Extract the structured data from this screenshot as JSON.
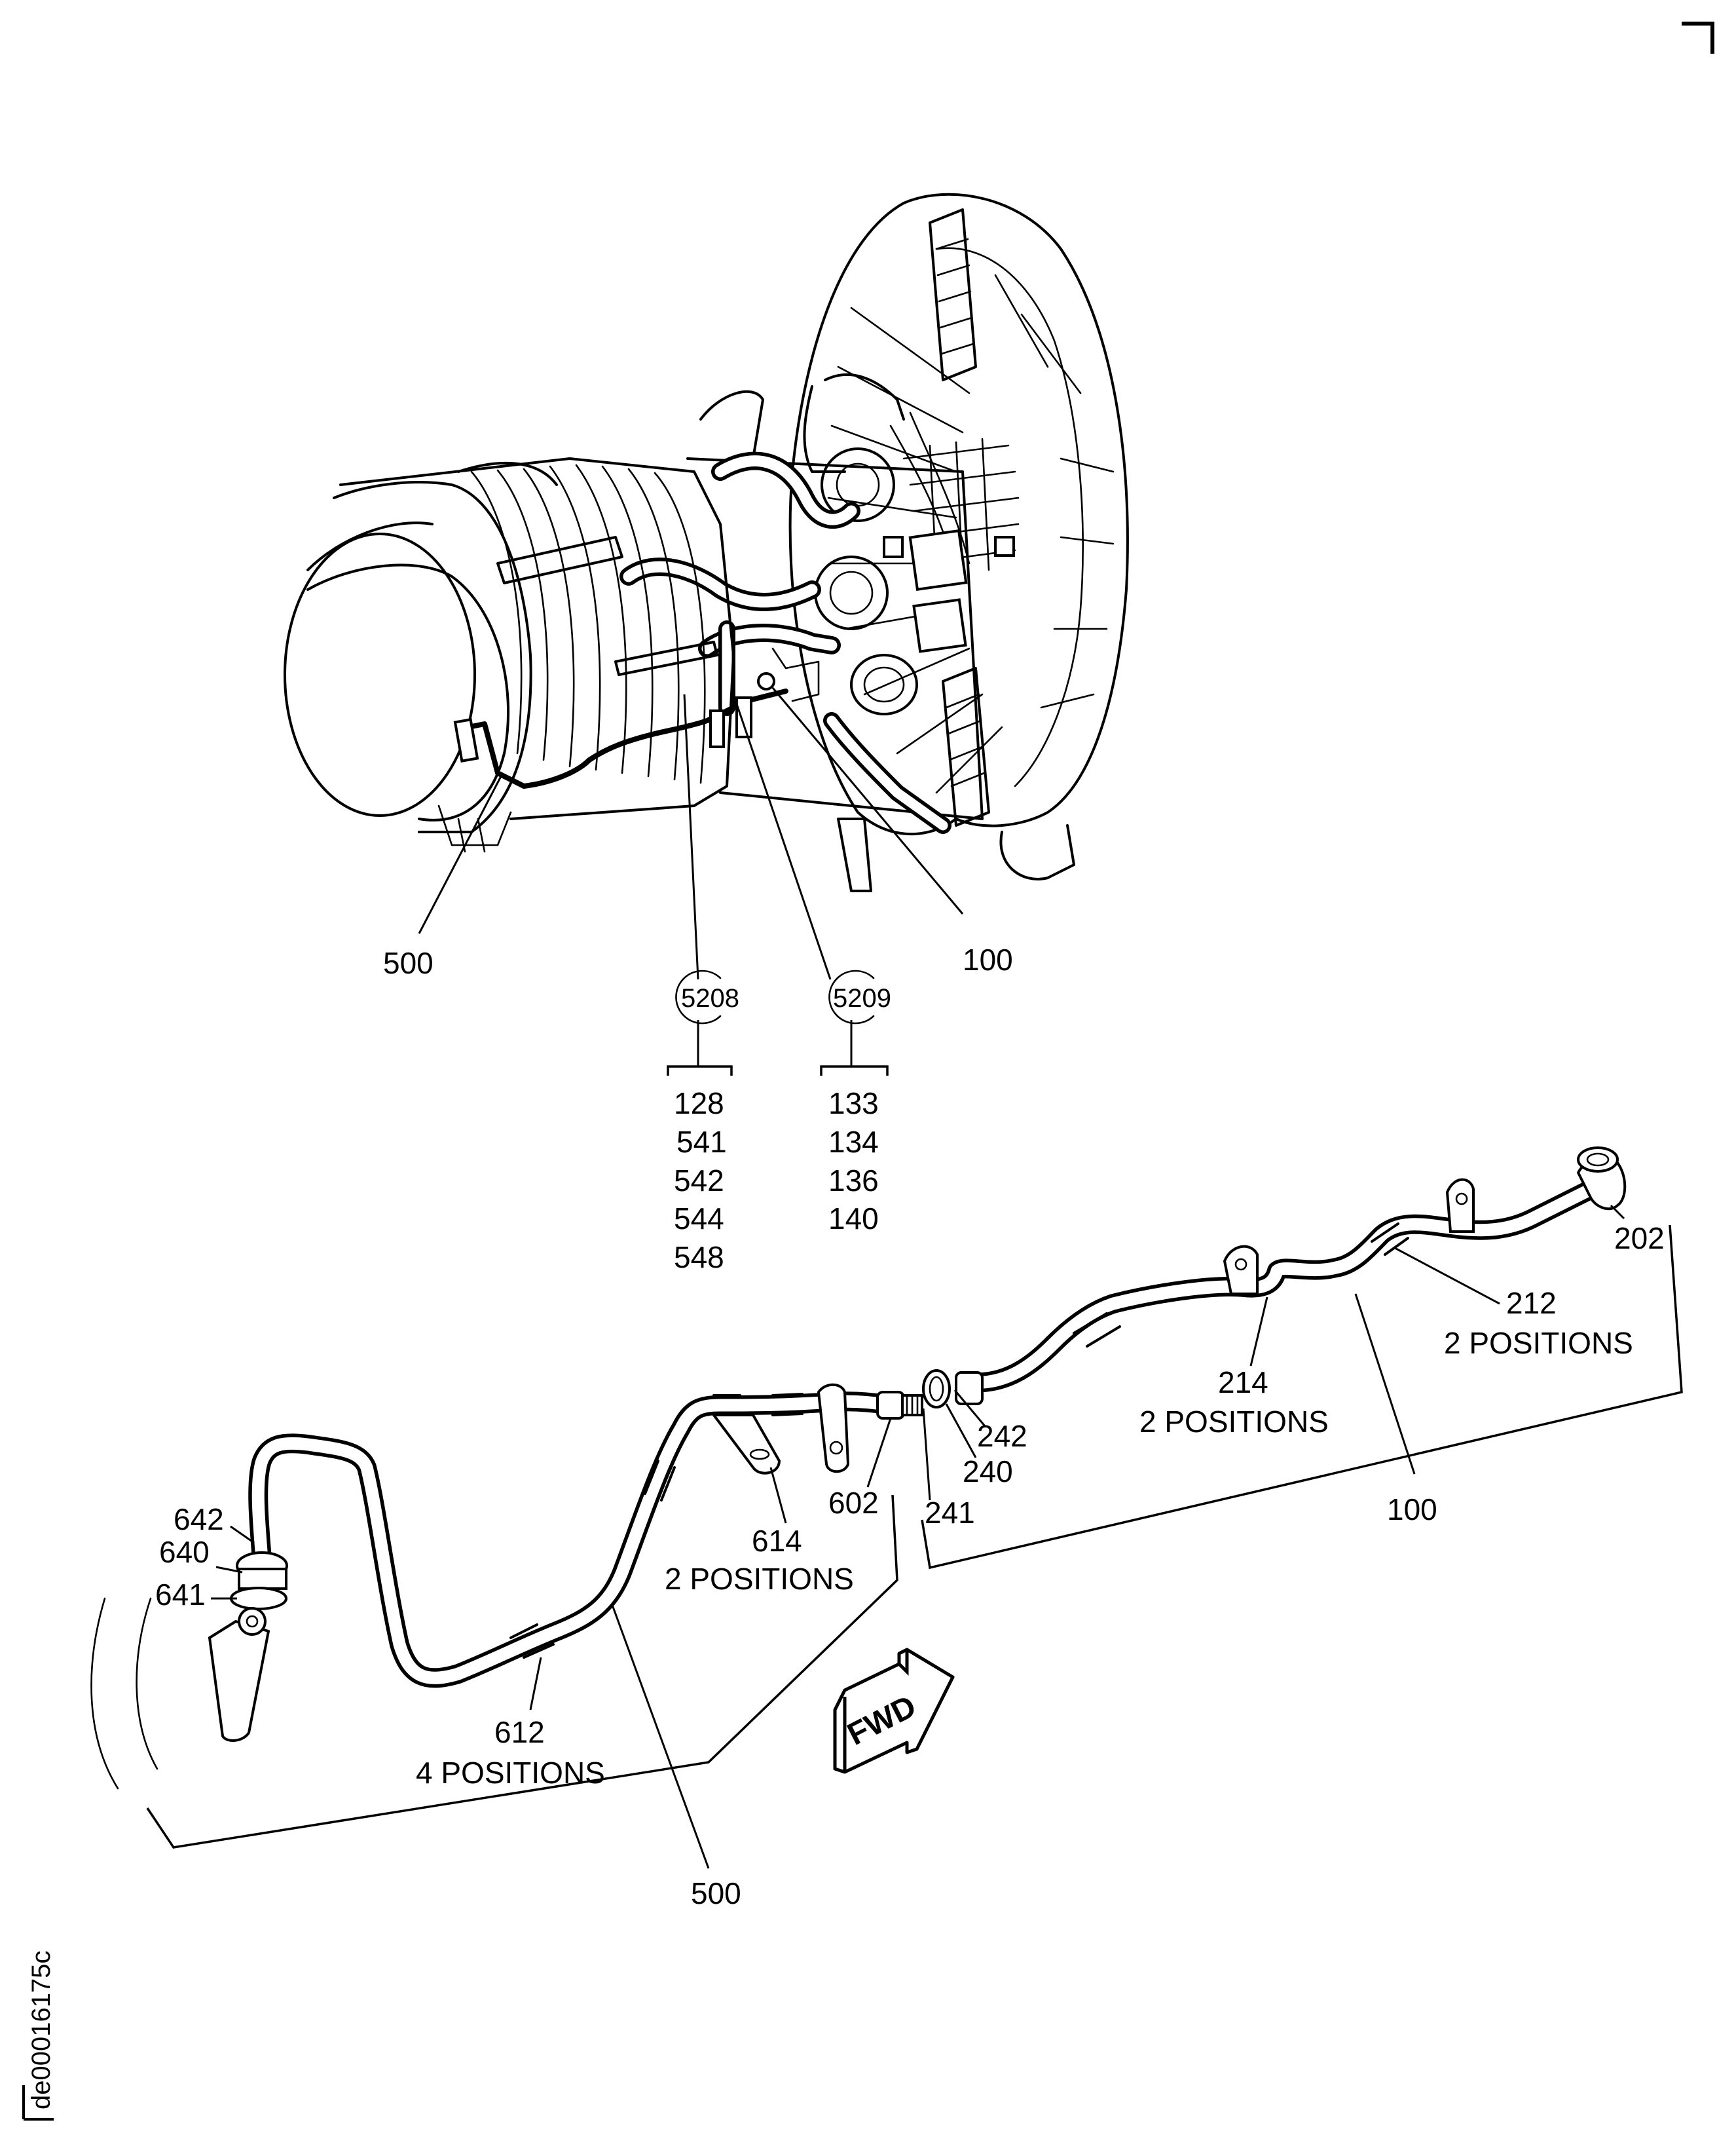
{
  "figure_id": "de00016175c",
  "engine_callouts": {
    "harness_500": "500",
    "tube_100": "100"
  },
  "reference_groups": [
    {
      "ref": "5208",
      "items": [
        "128",
        "541",
        "542",
        "544",
        "548"
      ]
    },
    {
      "ref": "5209",
      "items": [
        "133",
        "134",
        "136",
        "140"
      ]
    }
  ],
  "tube_100_assembly": {
    "assembly": "100",
    "parts": [
      {
        "id": "202",
        "note": ""
      },
      {
        "id": "212",
        "note": "2 POSITIONS"
      },
      {
        "id": "214",
        "note": "2 POSITIONS"
      },
      {
        "id": "242",
        "note": ""
      },
      {
        "id": "240",
        "note": ""
      },
      {
        "id": "241",
        "note": ""
      }
    ]
  },
  "tube_500_assembly": {
    "assembly": "500",
    "parts": [
      {
        "id": "602",
        "note": ""
      },
      {
        "id": "614",
        "note": "2 POSITIONS"
      },
      {
        "id": "612",
        "note": "4 POSITIONS"
      },
      {
        "id": "642",
        "note": ""
      },
      {
        "id": "640",
        "note": ""
      },
      {
        "id": "641",
        "note": ""
      }
    ]
  },
  "direction_arrow": {
    "label": "FWD",
    "icon": "forward-arrow-icon"
  }
}
